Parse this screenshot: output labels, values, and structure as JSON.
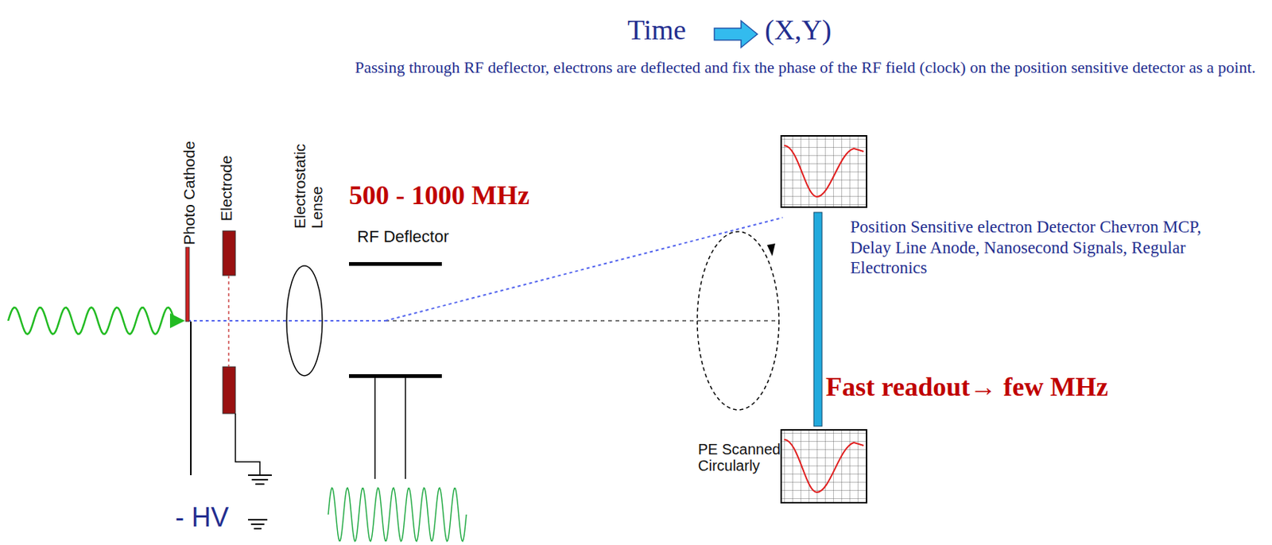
{
  "diagram": {
    "labels": [
      "Time",
      "(X,Y)",
      "Passing through RF deflector, electrons are deflected and fix the phase of the RF field (clock) on the position sensitive detector as a point.",
      "Photo Cathode",
      "Electrode",
      "Electrostatic Lense",
      "500 - 1000 MHz",
      "RF Deflector",
      "Position Sensitive electron Detector Chevron MCP, Delay Line Anode, Nanosecond Signals, Regular Electronics",
      "Fast readout→ few MHz",
      "PE Scanned Circularly",
      "- HV"
    ]
  }
}
